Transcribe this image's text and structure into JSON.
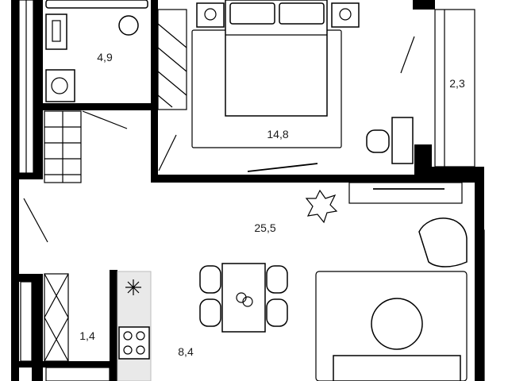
{
  "colors": {
    "wall": "#000000",
    "line": "#000000",
    "background": "#ffffff",
    "label": "#1a1a1a"
  },
  "rooms": [
    {
      "id": "bathroom",
      "area": "4,9"
    },
    {
      "id": "bedroom",
      "area": "14,8"
    },
    {
      "id": "balcony",
      "area": "2,3"
    },
    {
      "id": "living-room",
      "area": "25,5"
    },
    {
      "id": "storage",
      "area": "1,4"
    },
    {
      "id": "kitchen",
      "area": "8,4"
    }
  ]
}
